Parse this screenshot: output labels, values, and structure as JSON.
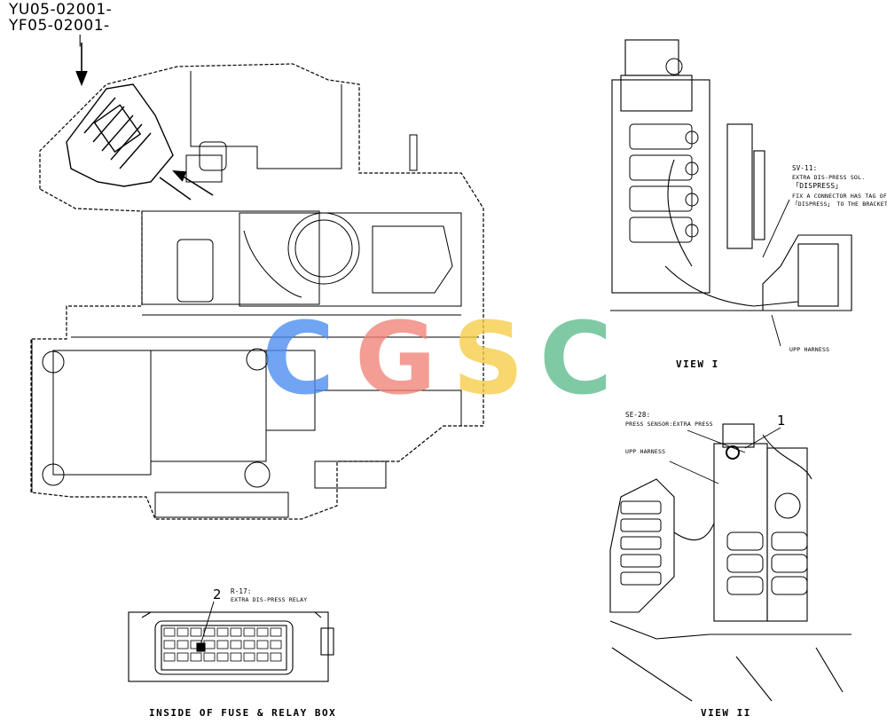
{
  "header": {
    "serial_line_1": "YU05-02001-",
    "serial_line_2": "YF05-02001-",
    "serial_dash": "|"
  },
  "view_1": {
    "caption": "VIEW I",
    "sv_label": "SV-11:",
    "sv_name": "EXTRA DIS-PRESS SOL.",
    "sv_tag": "「DISPRESS」",
    "sv_note_1": "FIX A CONNECTOR HAS TAG OF",
    "sv_note_2": "「DISPRESS」 TO THE BRACKET",
    "harness_label": "UPP HARNESS"
  },
  "view_2": {
    "caption": "VIEW II",
    "se_label": "SE-28:",
    "se_name": "PRESS SENSOR:EXTRA PRESS",
    "harness_label": "UPP HARNESS",
    "callout": "1"
  },
  "fuse_box": {
    "caption": "INSIDE OF FUSE & RELAY BOX",
    "callout": "2",
    "relay_label": "R-17:",
    "relay_name": "EXTRA DIS-PRESS RELAY"
  },
  "watermark": {
    "letters": [
      "C",
      "G",
      "S",
      "C"
    ],
    "colors": [
      "#4a8cf0",
      "#f08278",
      "#f5cd46",
      "#5cbc8c"
    ]
  }
}
